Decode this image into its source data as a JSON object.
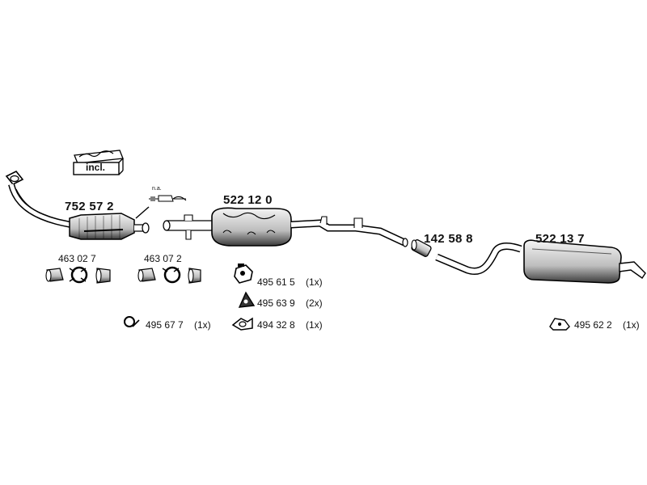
{
  "parts": {
    "catalytic_converter": "752 57 2",
    "front_silencer": "522 12 0",
    "connector": "142 58 8",
    "rear_silencer": "522 13 7",
    "clamp_set_a": "463 02 7",
    "clamp_set_b": "463 07 2"
  },
  "mounts": [
    {
      "part": "495 61 5",
      "qty": "(1x)"
    },
    {
      "part": "495 63 9",
      "qty": "(2x)"
    },
    {
      "part": "494 32 8",
      "qty": "(1x)"
    },
    {
      "part": "495 67 7",
      "qty": "(1x)"
    },
    {
      "part": "495 62 2",
      "qty": "(1x)"
    }
  ],
  "labels": {
    "included": "incl.",
    "not_available": "n.a."
  }
}
